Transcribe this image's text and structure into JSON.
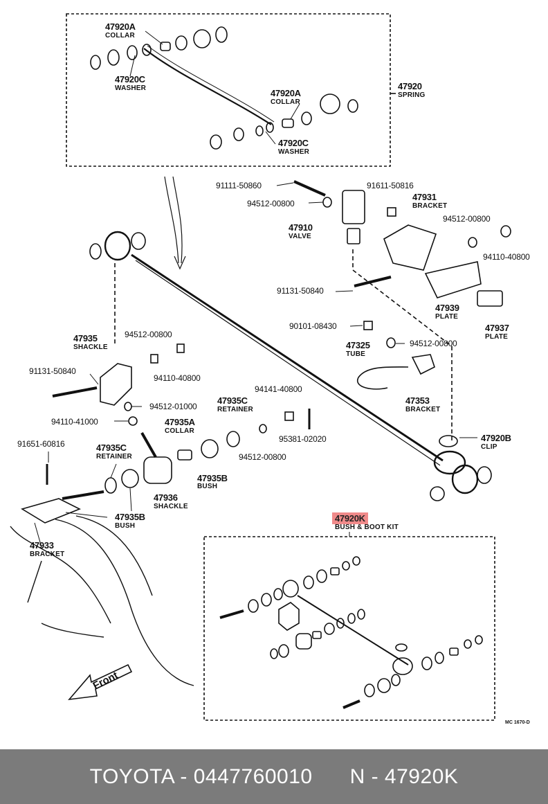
{
  "labels": {
    "c47920a_1": "47920A",
    "collar_1": "COLLAR",
    "c47920c_1": "47920C",
    "washer_1": "WASHER",
    "c47920a_2": "47920A",
    "collar_2": "COLLAR",
    "c47920c_2": "47920C",
    "washer_2": "WASHER",
    "c47920": "47920",
    "spring": "SPRING",
    "p91111": "91111-50860",
    "p94512_a": "94512-00800",
    "p91611": "91611-50816",
    "c47931": "47931",
    "bracket_1": "BRACKET",
    "p94512_b": "94512-00800",
    "c47910": "47910",
    "valve": "VALVE",
    "p94110_a": "94110-40800",
    "p91131_a": "91131-50840",
    "c47939": "47939",
    "plate_1": "PLATE",
    "c47937": "47937",
    "plate_2": "PLATE",
    "p90101": "90101-08430",
    "p94512_c": "94512-00800",
    "c47325": "47325",
    "tube": "TUBE",
    "c47353": "47353",
    "bracket_2": "BRACKET",
    "c47935": "47935",
    "shackle_1": "SHACKLE",
    "p94512_d": "94512-00800",
    "p91131_b": "91131-50840",
    "p94110_b": "94110-40800",
    "p94512_e": "94512-01000",
    "p94141": "94141-40800",
    "c47935c_1": "47935C",
    "retainer_1": "RETAINER",
    "p94110_c": "94110-41000",
    "c47935a": "47935A",
    "collar_3": "COLLAR",
    "p95381": "95381-02020",
    "p94512_f": "94512-00800",
    "c47920b": "47920B",
    "clip": "CLIP",
    "p91651": "91651-60816",
    "c47935c_2": "47935C",
    "retainer_2": "RETAINER",
    "c47935b_1": "47935B",
    "bush_1": "BUSH",
    "c47936": "47936",
    "shackle_2": "SHACKLE",
    "c47935b_2": "47935B",
    "bush_2": "BUSH",
    "c47933": "47933",
    "bracket_3": "BRACKET",
    "c47920k": "47920K",
    "kit": "BUSH & BOOT KIT",
    "front": "Front",
    "code": "MC 1670-D"
  },
  "footer": {
    "brand_part": "TOYOTA - 0447760010",
    "ref": "N - 47920K"
  },
  "colors": {
    "highlight": "#f08a8a",
    "footer_bg": "#7b7b7b",
    "footer_text": "#ffffff"
  }
}
